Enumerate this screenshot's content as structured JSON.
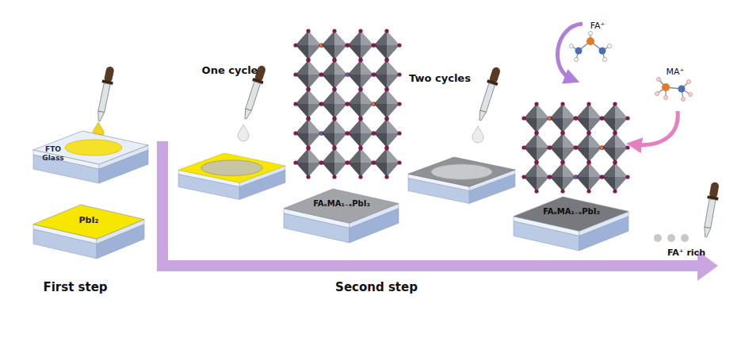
{
  "diagram": {
    "nodes": [
      {
        "text": [
          "FTO Glass"
        ]
      },
      {
        "text": [
          "PbI₂"
        ]
      },
      {
        "text": [
          "FAₓMA₁₋ₓPbI₃"
        ]
      },
      {
        "text": [
          "FAₓMA₁₋ₓPbI₃"
        ]
      }
    ],
    "labels": [
      "First step",
      "One cycle",
      "Two cycles",
      "FA⁺",
      "MA⁺",
      "FA⁺ rich",
      "Second step"
    ]
  }
}
